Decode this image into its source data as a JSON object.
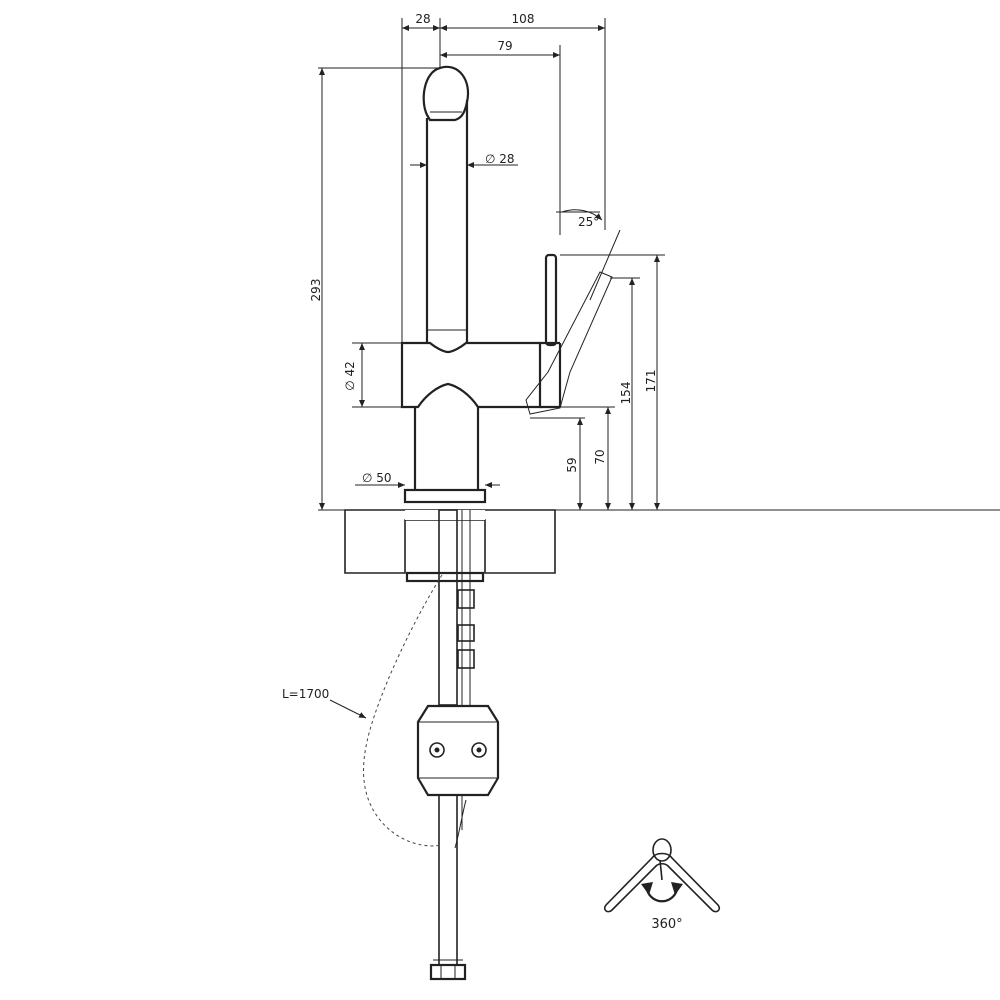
{
  "dimensions": {
    "width_28": "28",
    "width_108": "108",
    "width_79": "79",
    "spout_dia": "∅ 28",
    "angle": "25°",
    "height_293": "293",
    "body_dia": "∅ 42",
    "base_dia": "∅ 50",
    "height_154": "154",
    "height_171": "171",
    "height_59": "59",
    "height_70": "70"
  },
  "hose_length": "L=1700",
  "rotation": "360°",
  "icons": [
    "rotation-icon",
    "arrow-icon"
  ]
}
